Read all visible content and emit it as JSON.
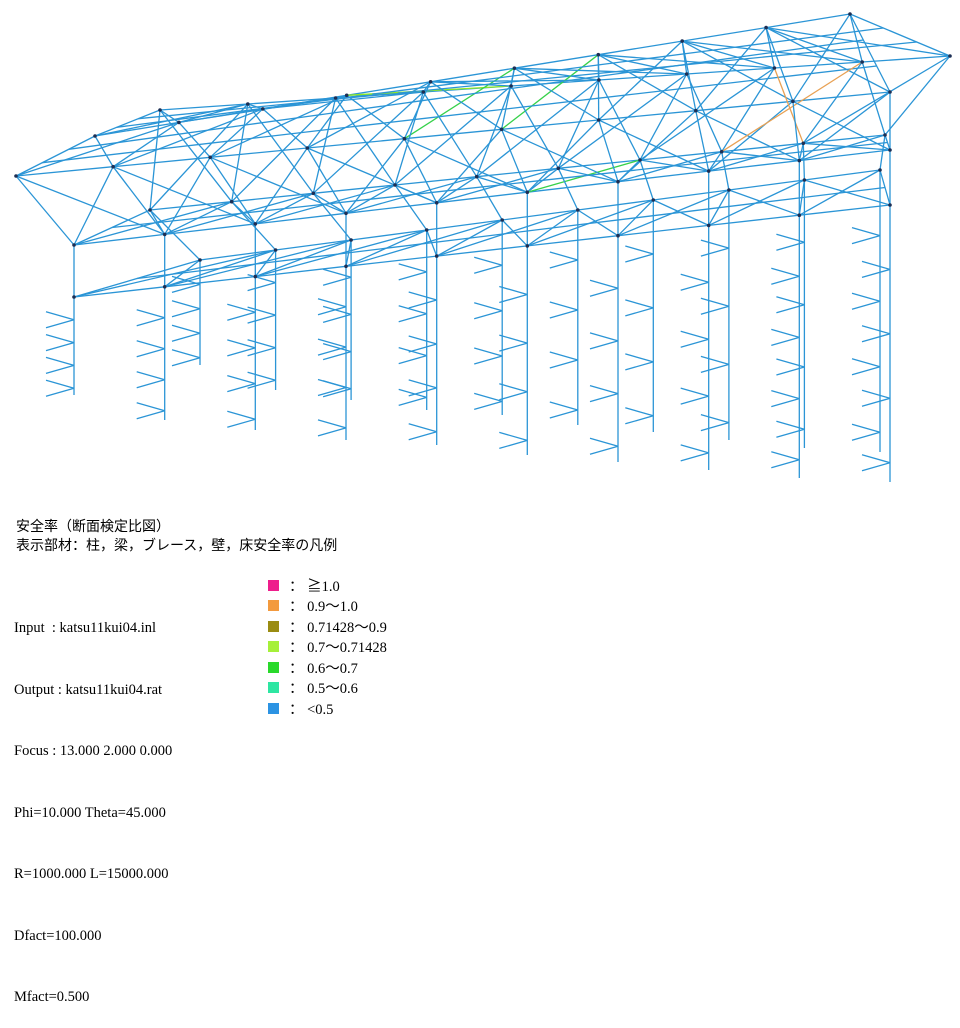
{
  "title": {
    "line1": "安全率（断面検定比図）",
    "line2": "表示部材：柱，梁，ブレース，壁，床安全率の凡例"
  },
  "info": {
    "input": "Input  : katsu11kui04.inl",
    "output": "Output : katsu11kui04.rat",
    "focus": "Focus : 13.000 2.000 0.000",
    "angles": "Phi=10.000 Theta=45.000",
    "distance": "R=1000.000 L=15000.000",
    "dfact": "Dfact=100.000",
    "mfact": "Mfact=0.500"
  },
  "legend": [
    {
      "label": "： ≧1.0",
      "color": "#ee1e8c"
    },
    {
      "label": "： 0.9～1.0",
      "color": "#f39a3e"
    },
    {
      "label": "： 0.71428～0.9",
      "color": "#9a8c12"
    },
    {
      "label": "： 0.7～0.71428",
      "color": "#a6f03a"
    },
    {
      "label": "： 0.6～0.7",
      "color": "#29d92b"
    },
    {
      "label": "： 0.5～0.6",
      "color": "#2ee6a2"
    },
    {
      "label": "： <0.5",
      "color": "#2c93e3"
    }
  ],
  "colors": {
    "member_default": "#2b95d6",
    "node": "#1c2f55"
  }
}
